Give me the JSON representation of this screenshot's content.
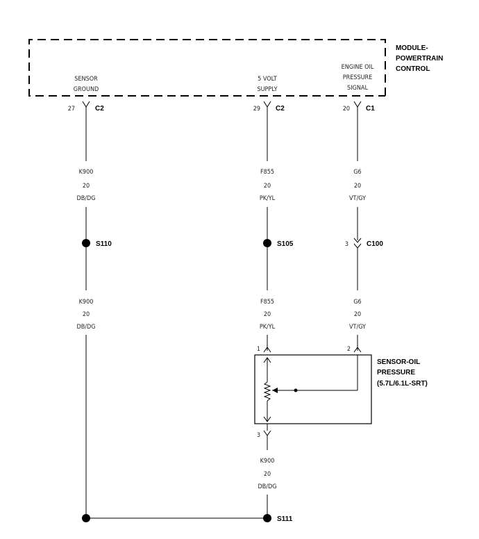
{
  "module": {
    "title_lines": [
      "MODULE-",
      "POWERTRAIN",
      "CONTROL"
    ],
    "pins": [
      {
        "label_lines": [
          "SENSOR",
          "GROUND"
        ],
        "pin": "27",
        "connector": "C2"
      },
      {
        "label_lines": [
          "5 VOLT",
          "SUPPLY"
        ],
        "pin": "29",
        "connector": "C2"
      },
      {
        "label_lines": [
          "ENGINE OIL",
          "PRESSURE",
          "SIGNAL"
        ],
        "pin": "20",
        "connector": "C1"
      }
    ]
  },
  "wires": {
    "ground_upper": {
      "circuit": "K900",
      "gauge": "20",
      "color": "DB/DG"
    },
    "supply_upper": {
      "circuit": "F855",
      "gauge": "20",
      "color": "PK/YL"
    },
    "signal_upper": {
      "circuit": "G6",
      "gauge": "20",
      "color": "VT/GY"
    },
    "ground_mid": {
      "circuit": "K900",
      "gauge": "20",
      "color": "DB/DG"
    },
    "supply_lower": {
      "circuit": "F855",
      "gauge": "20",
      "color": "PK/YL"
    },
    "signal_lower": {
      "circuit": "G6",
      "gauge": "20",
      "color": "VT/GY"
    },
    "sensor_ground": {
      "circuit": "K900",
      "gauge": "20",
      "color": "DB/DG"
    }
  },
  "splices": {
    "s110": "S110",
    "s105": "S105",
    "s111": "S111"
  },
  "inline_connector": {
    "pin": "3",
    "name": "C100"
  },
  "sensor": {
    "title_lines": [
      "SENSOR-OIL",
      "PRESSURE",
      "(5.7L/6.1L-SRT)"
    ],
    "pin_supply": "1",
    "pin_signal": "2",
    "pin_ground": "3"
  }
}
